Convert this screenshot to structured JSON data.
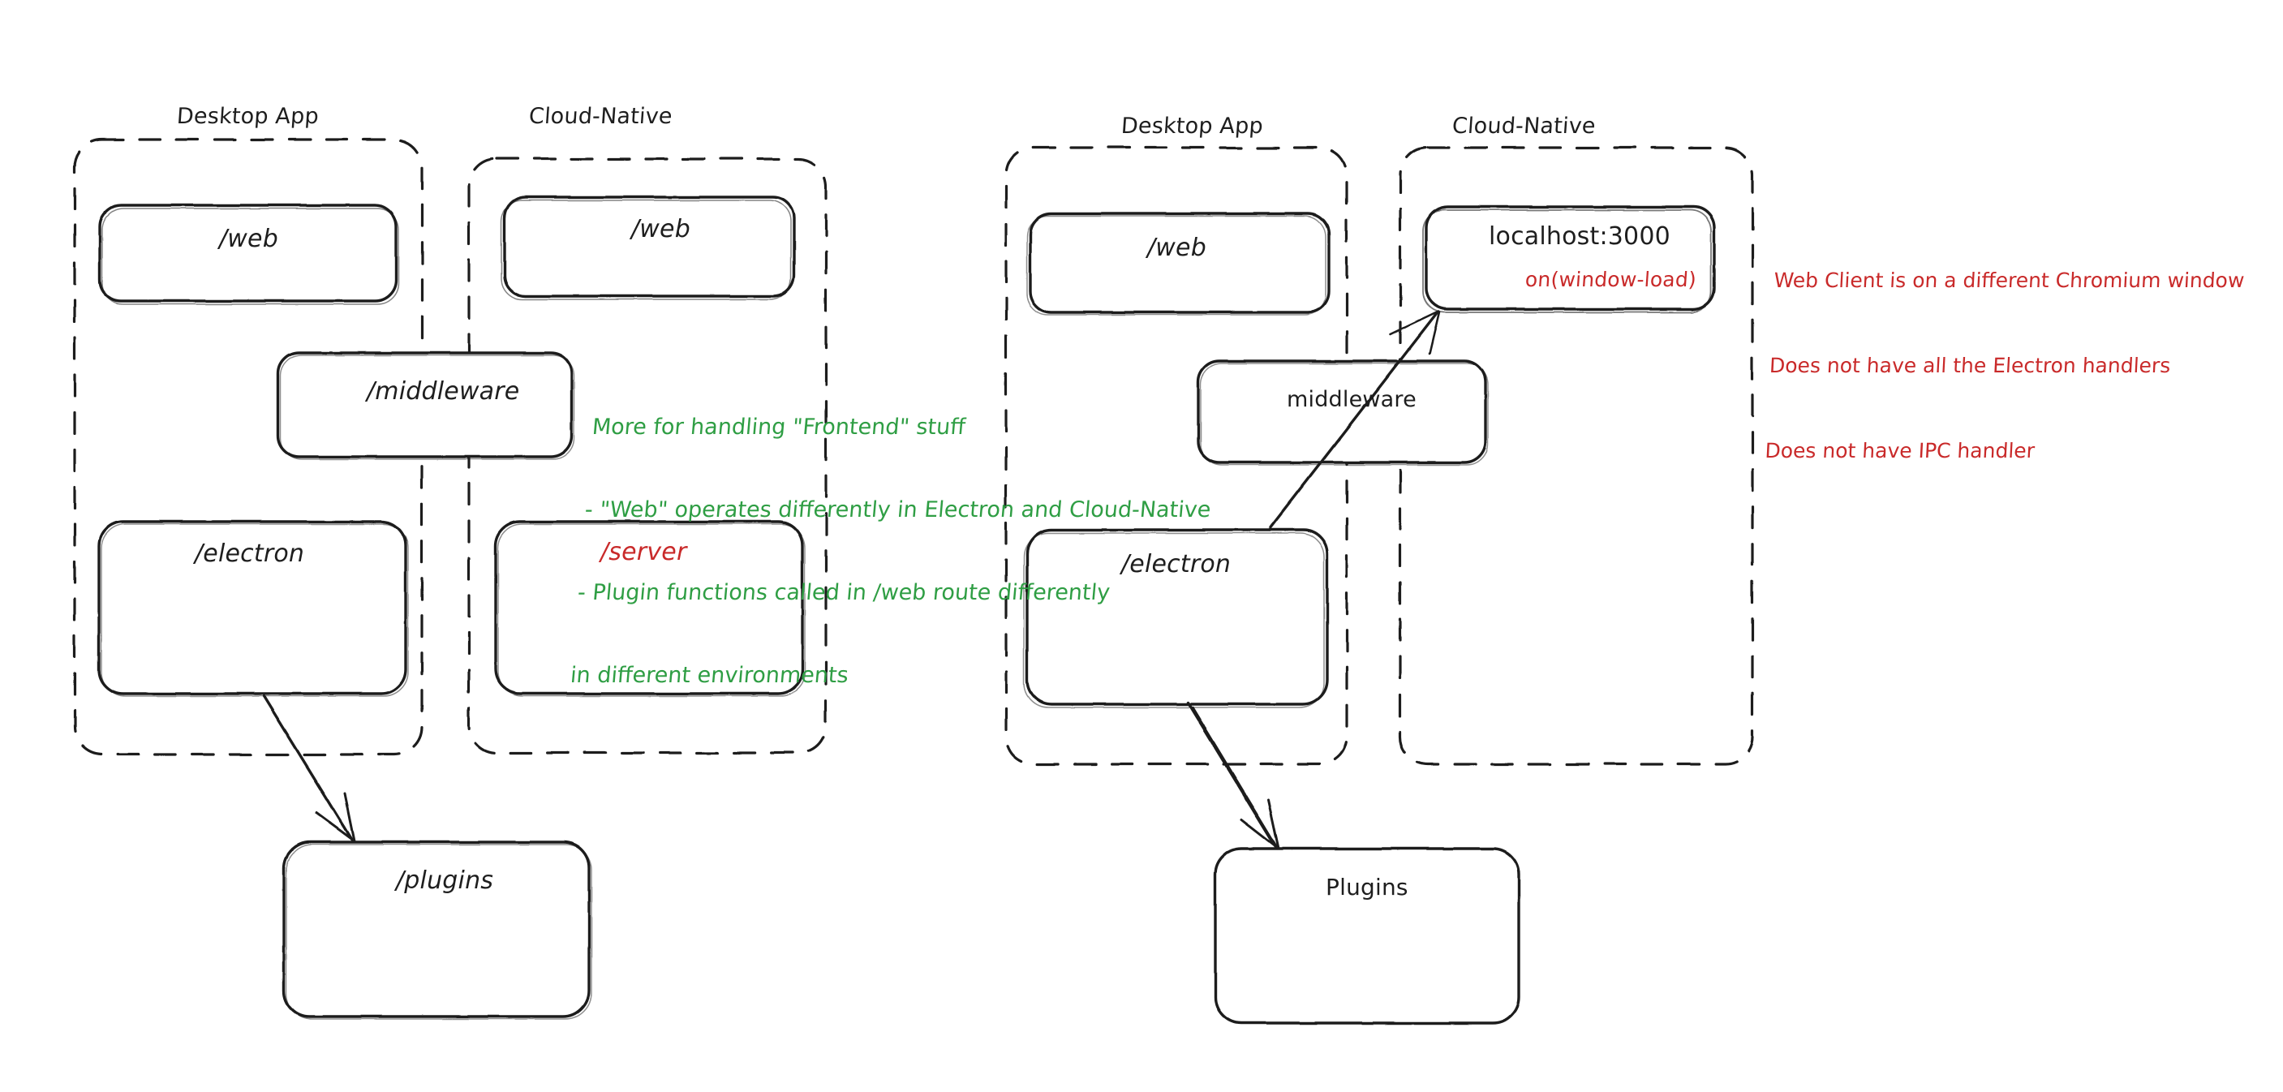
{
  "diagram": {
    "title": "Electron Desktop App vs Cloud-Native architecture comparison",
    "background": "#ffffff",
    "stroke_color": "#1e1e1e",
    "accent_red": "#c92a2a",
    "accent_green": "#2f9e44"
  },
  "left_panel": {
    "groups": [
      {
        "id": "left-desktop-app",
        "label": "Desktop App"
      },
      {
        "id": "left-cloud-native",
        "label": "Cloud-Native"
      }
    ],
    "nodes": [
      {
        "id": "left-desktop-web",
        "label": "/web",
        "color": "#1e1e1e"
      },
      {
        "id": "left-cloud-web",
        "label": "/web",
        "color": "#1e1e1e"
      },
      {
        "id": "left-middleware",
        "label": "/middleware",
        "color": "#1e1e1e"
      },
      {
        "id": "left-electron",
        "label": "/electron",
        "color": "#1e1e1e"
      },
      {
        "id": "left-server",
        "label": "/server",
        "color": "#c92a2a"
      },
      {
        "id": "left-plugins",
        "label": "/plugins",
        "color": "#1e1e1e"
      }
    ],
    "annotation": {
      "id": "middleware-note",
      "color": "#2f9e44",
      "lines": [
        "More for handling \"Frontend\" stuff",
        "- \"Web\" operates differently in Electron and Cloud-Native",
        "- Plugin functions called in /web route differently",
        "in different environments"
      ]
    },
    "edges": [
      {
        "id": "left-electron-to-plugins",
        "from": "/electron",
        "to": "/plugins"
      }
    ]
  },
  "right_panel": {
    "groups": [
      {
        "id": "right-desktop-app",
        "label": "Desktop App"
      },
      {
        "id": "right-cloud-native",
        "label": "Cloud-Native"
      }
    ],
    "nodes": [
      {
        "id": "right-desktop-web",
        "label": "/web",
        "color": "#1e1e1e"
      },
      {
        "id": "right-localhost",
        "label": "localhost:3000",
        "sublabel": "on(window-load)",
        "color": "#1e1e1e",
        "sublabel_color": "#c92a2a"
      },
      {
        "id": "right-middleware",
        "label": "middleware",
        "color": "#1e1e1e"
      },
      {
        "id": "right-electron",
        "label": "/electron",
        "color": "#1e1e1e"
      },
      {
        "id": "right-plugins",
        "label": "Plugins",
        "color": "#1e1e1e"
      }
    ],
    "annotation": {
      "id": "web-client-note",
      "color": "#c92a2a",
      "lines": [
        "Web Client is on a different Chromium window",
        "Does not have all the Electron handlers",
        "Does not have IPC handler"
      ]
    },
    "edges": [
      {
        "id": "right-electron-to-localhost",
        "from": "/electron",
        "to": "localhost:3000"
      },
      {
        "id": "right-electron-to-plugins",
        "from": "/electron",
        "to": "Plugins"
      }
    ]
  }
}
